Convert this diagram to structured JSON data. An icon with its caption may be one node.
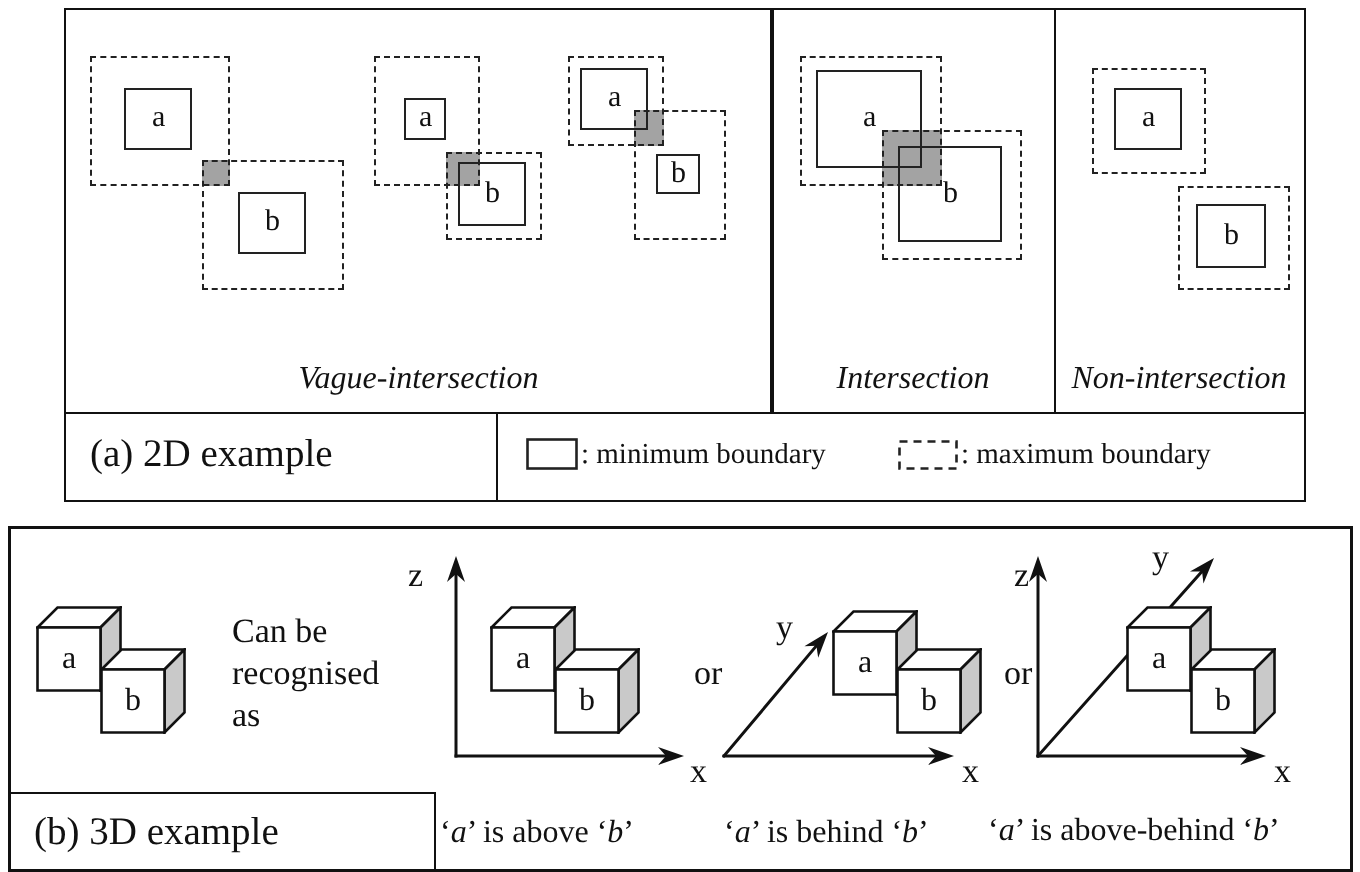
{
  "diagram": {
    "nodes": [
      {
        "text": [
          "Vague-intersection"
        ]
      },
      {
        "text": [],
        "shape": "box",
        "in": 0
      },
      {
        "text": [
          "a"
        ],
        "in": 1
      },
      {
        "text": [],
        "shape": "box",
        "in": 0
      },
      {
        "text": [
          "b"
        ],
        "in": 3
      },
      {
        "text": [],
        "shape": "box",
        "in": 0
      },
      {
        "text": [
          "a"
        ],
        "in": 5
      },
      {
        "text": [],
        "shape": "box",
        "in": 0
      },
      {
        "text": [
          "b"
        ],
        "in": 7
      },
      {
        "text": [],
        "shape": "box",
        "in": 0
      },
      {
        "text": [
          "a"
        ],
        "in": 9
      },
      {
        "text": [],
        "shape": "box",
        "in": 0
      },
      {
        "text": [
          "b"
        ],
        "in": 11
      },
      {
        "text": [
          "Intersection"
        ]
      },
      {
        "text": [],
        "shape": "box",
        "in": 13
      },
      {
        "text": [
          "a"
        ],
        "in": 14
      },
      {
        "text": [],
        "shape": "box",
        "in": 13
      },
      {
        "text": [
          "b"
        ],
        "in": 16
      },
      {
        "text": [
          "Non-intersection"
        ]
      },
      {
        "text": [],
        "shape": "box",
        "in": 18
      },
      {
        "text": [
          "a"
        ],
        "in": 19
      },
      {
        "text": [],
        "shape": "box",
        "in": 18
      },
      {
        "text": [
          "b"
        ],
        "in": 21
      },
      {
        "text": [
          "(a) 2D example"
        ]
      },
      {
        "text": [
          "a"
        ]
      },
      {
        "text": [
          "b"
        ]
      },
      {
        "text": [
          "a"
        ]
      },
      {
        "text": [
          "b"
        ]
      },
      {
        "text": [
          "a"
        ]
      },
      {
        "text": [
          "b"
        ]
      },
      {
        "text": [
          "a"
        ]
      },
      {
        "text": [
          "b"
        ]
      },
      {
        "text": [
          "(b) 3D example"
        ]
      }
    ],
    "labels": [
      "Can be recognised as",
      "z",
      "x",
      "‘*a*’ is above ‘*b*’",
      "or",
      "y",
      "x",
      "‘*a*’ is behind ‘*b*’",
      "or",
      "z",
      "y",
      "x",
      "‘*a*’ is above-behind ‘*b*’"
    ],
    "legend": [
      {
        "text": ": minimum boundary"
      },
      {
        "text": ": maximum boundary"
      }
    ]
  }
}
